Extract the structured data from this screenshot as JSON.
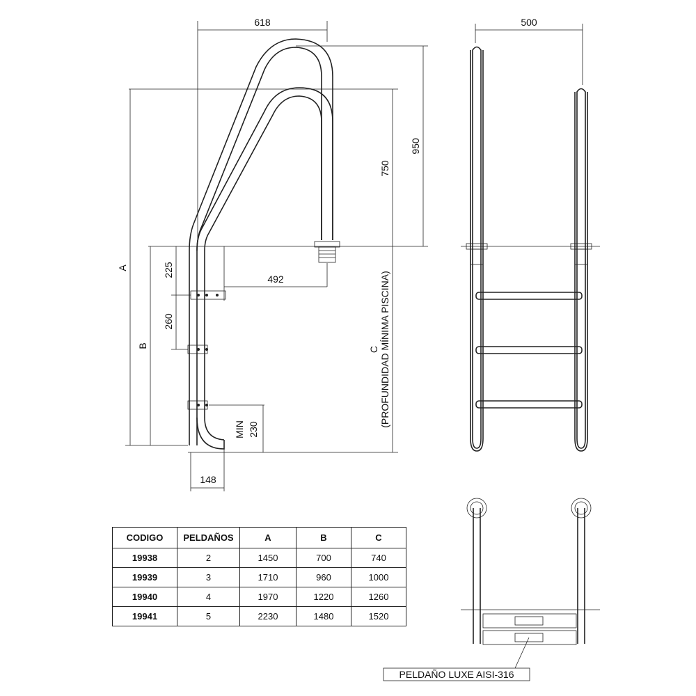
{
  "dimensions": {
    "width_side": "618",
    "width_front": "500",
    "height_950": "950",
    "height_750": "750",
    "reach_492": "492",
    "spacing_225": "225",
    "spacing_260": "260",
    "min_label": "MIN",
    "min_230": "230",
    "foot_148": "148",
    "label_a": "A",
    "label_b": "B",
    "label_c": "C",
    "c_note": "(PROFUNDIDAD MÍNIMA  PISCINA)"
  },
  "step_label": "PELDAÑO LUXE AISI-316",
  "table": {
    "headers": [
      "CODIGO",
      "PELDAÑOS",
      "A",
      "B",
      "C"
    ],
    "rows": [
      [
        "19938",
        "2",
        "1450",
        "700",
        "740"
      ],
      [
        "19939",
        "3",
        "1710",
        "960",
        "1000"
      ],
      [
        "19940",
        "4",
        "1970",
        "1220",
        "1260"
      ],
      [
        "19941",
        "5",
        "2230",
        "1480",
        "1520"
      ]
    ]
  }
}
